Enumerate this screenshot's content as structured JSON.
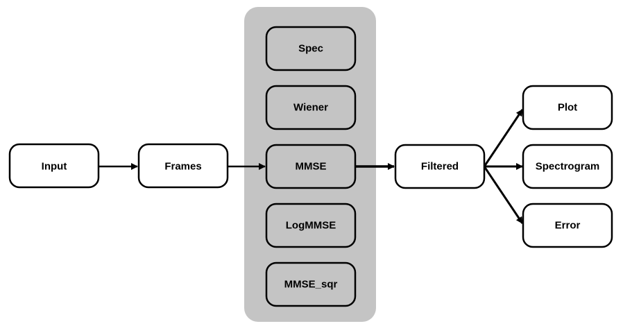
{
  "colors": {
    "background": "#ffffff",
    "group_fill": "#c4c4c4",
    "node_fill_white": "#ffffff",
    "node_fill_gray": "#c4c4c4",
    "stroke": "#000000"
  },
  "nodes": {
    "input": "Input",
    "frames": "Frames",
    "spec": "Spec",
    "wiener": "Wiener",
    "mmse": "MMSE",
    "logmmse": "LogMMSE",
    "mmse_sqr": "MMSE_sqr",
    "filtered": "Filtered",
    "plot": "Plot",
    "spectrogram": "Spectrogram",
    "error": "Error"
  }
}
